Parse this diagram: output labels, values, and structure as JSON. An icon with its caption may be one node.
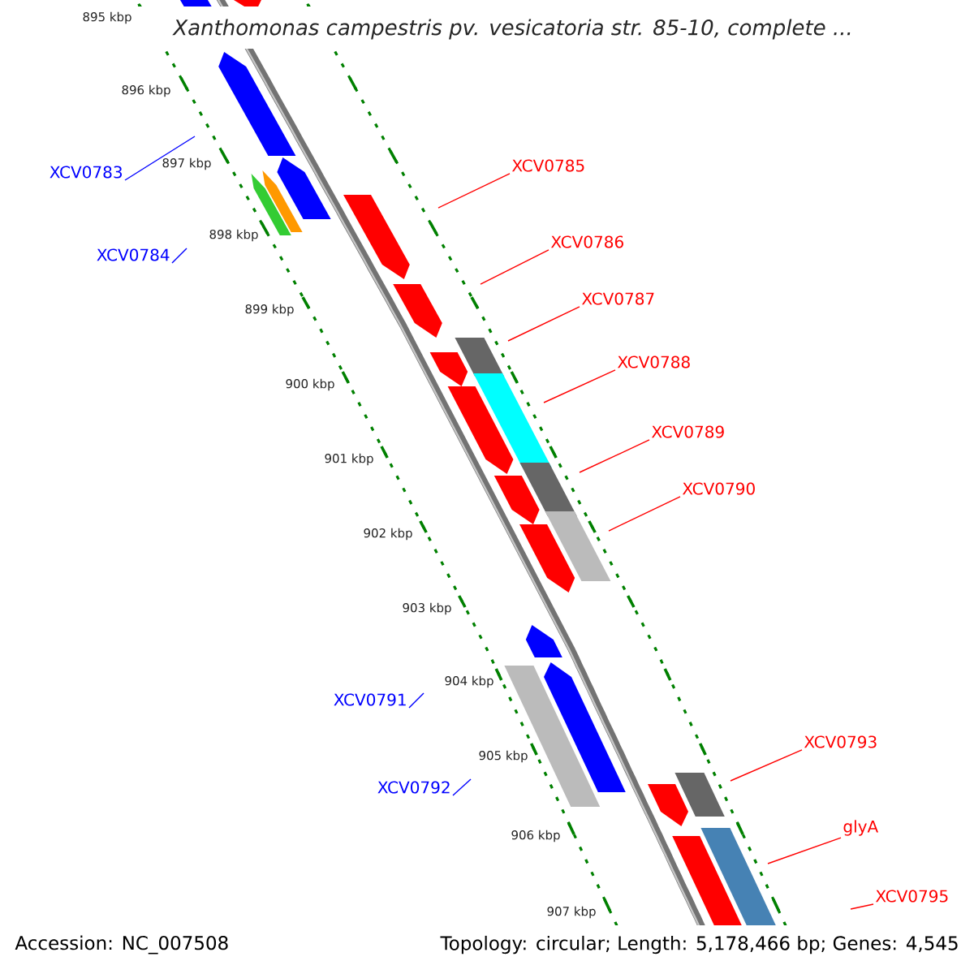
{
  "diagram": {
    "title": "Xanthomonas campestris pv. vesicatoria str. 85-10, complete ...",
    "nodes": [
      {
        "text": [
          "XCV0785"
        ]
      },
      {
        "text": [
          "XCV0783"
        ]
      },
      {
        "text": [
          "XCV0786"
        ]
      },
      {
        "text": [
          "XCV0784"
        ]
      },
      {
        "text": [
          "XCV0787"
        ]
      },
      {
        "text": [
          "XCV0788"
        ]
      },
      {
        "text": [
          "XCV0789"
        ]
      },
      {
        "text": [
          "XCV0790"
        ]
      },
      {
        "text": [
          "XCV0791"
        ]
      },
      {
        "text": [
          "XCV0793"
        ]
      },
      {
        "text": [
          "XCV0792"
        ]
      },
      {
        "text": [
          "glyA"
        ]
      },
      {
        "text": [
          "XCV0795"
        ]
      }
    ],
    "edges": [
      {
        "from": 0,
        "to": null,
        "arrow": "none"
      },
      {
        "from": 1,
        "to": null,
        "arrow": "none",
        "color": "#0000ff"
      },
      {
        "from": 2,
        "to": null,
        "arrow": "none"
      },
      {
        "from": 3,
        "to": null,
        "arrow": "none",
        "color": "#0000ff"
      },
      {
        "from": 4,
        "to": null,
        "arrow": "none"
      },
      {
        "from": 5,
        "to": null,
        "arrow": "none"
      },
      {
        "from": 6,
        "to": null,
        "arrow": "none"
      },
      {
        "from": 7,
        "to": null,
        "arrow": "none"
      },
      {
        "from": 8,
        "to": null,
        "arrow": "none",
        "color": "#0000ff"
      },
      {
        "from": 9,
        "to": null,
        "arrow": "none"
      },
      {
        "from": 10,
        "to": null,
        "arrow": "none",
        "color": "#0000ff"
      },
      {
        "from": 11,
        "to": null,
        "arrow": "none"
      },
      {
        "from": 12,
        "to": null,
        "arrow": "none"
      }
    ],
    "labels": [
      "895 kbp",
      "896 kbp",
      "897 kbp",
      "898 kbp",
      "899 kbp",
      "900 kbp",
      "901 kbp",
      "902 kbp",
      "903 kbp",
      "904 kbp",
      "905 kbp",
      "906 kbp",
      "907 kbp",
      "Accession: NC_007508",
      "Topology: circular; Length: 5,178,466 bp; Genes: 4,545"
    ]
  }
}
